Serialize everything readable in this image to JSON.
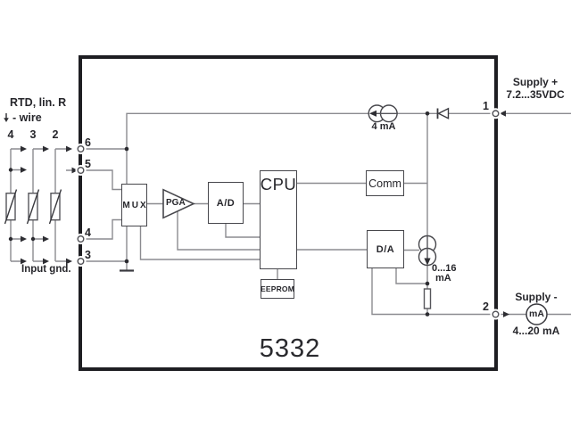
{
  "device": {
    "model_number": "5332"
  },
  "sensor_input": {
    "title": "RTD, lin. R",
    "wire_label": "- wire",
    "wire_counts": [
      "4",
      "3",
      "2"
    ],
    "ground_label": "Input gnd.",
    "terminal_numbers": {
      "t6": "6",
      "t5": "5",
      "t4": "4",
      "t3": "3"
    }
  },
  "blocks": {
    "mux": "MUX",
    "pga": "PGA",
    "adc": "A/D",
    "cpu": "CPU",
    "eeprom": "EEPROM",
    "comm": "Comm",
    "dac": "D/A"
  },
  "internal_labels": {
    "bias_current": "4 mA",
    "output_current_line1": "0...16",
    "output_current_line2": "mA"
  },
  "supply": {
    "terminal_1": "1",
    "plus_label": "Supply +",
    "plus_range": "7.2...35VDC",
    "terminal_2": "2",
    "minus_label": "Supply -",
    "loop_range": "4...20 mA",
    "meter_label": "mA"
  },
  "colors": {
    "text": "#26262b",
    "wire": "#8b8b90",
    "block_border": "#47474c",
    "box_border": "#1e1e22"
  }
}
